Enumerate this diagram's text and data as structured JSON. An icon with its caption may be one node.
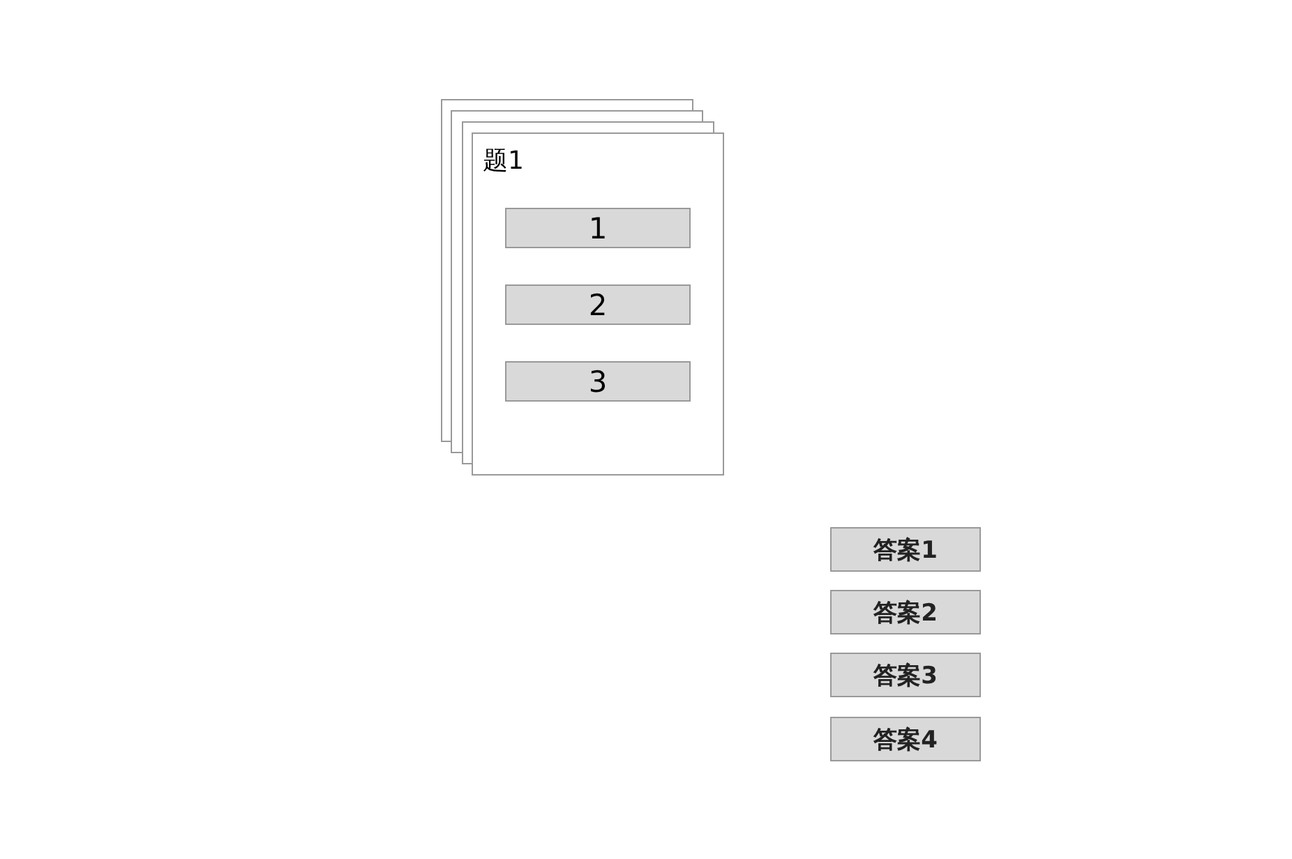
{
  "diagram": {
    "nodes": [
      {
        "text": [
          "题1"
        ]
      },
      {
        "text": [
          "1"
        ],
        "in": 0
      },
      {
        "text": [
          "2"
        ],
        "in": 0
      },
      {
        "text": [
          "3"
        ],
        "in": 0
      },
      {
        "text": [
          "答案1"
        ]
      },
      {
        "text": [
          "答案2"
        ]
      },
      {
        "text": [
          "答案3"
        ]
      },
      {
        "text": [
          "答案4"
        ]
      }
    ]
  }
}
